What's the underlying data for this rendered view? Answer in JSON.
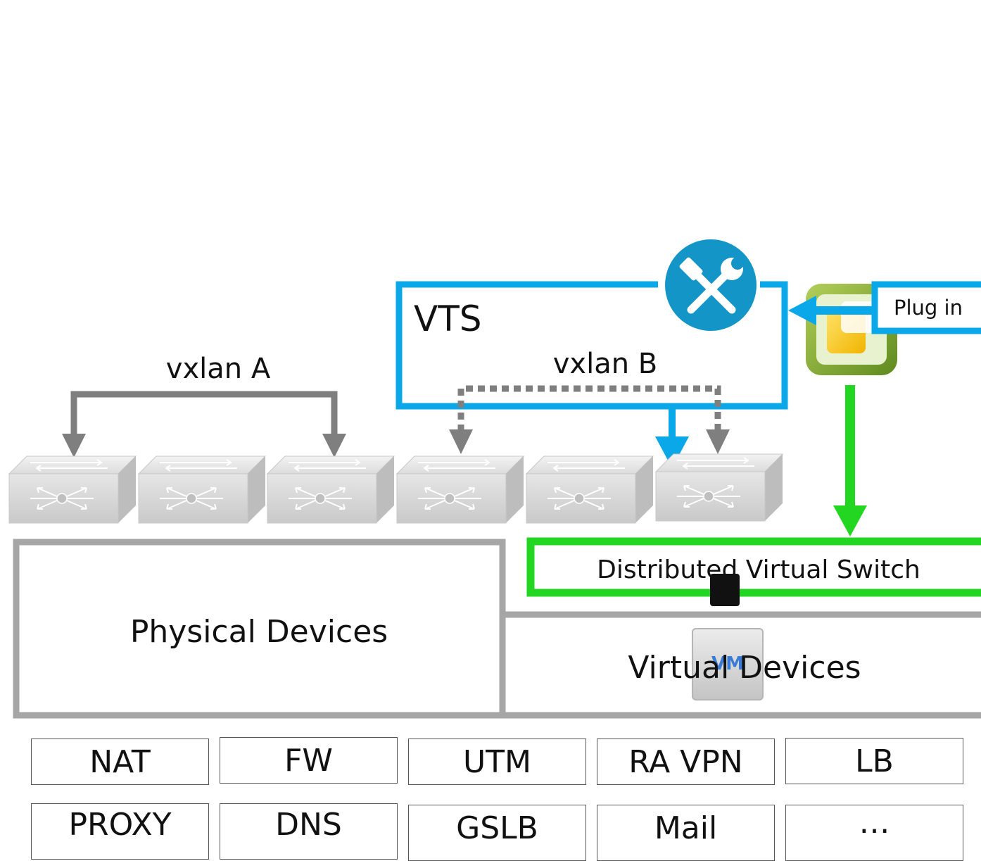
{
  "vts": {
    "label": "VTS",
    "icon": "tools-icon"
  },
  "vxlan_a": {
    "label": "vxlan A"
  },
  "vxlan_b": {
    "label": "vxlan B"
  },
  "plugin": {
    "label": "Plug in",
    "icon": "vcenter-icon"
  },
  "switches": {
    "count": 6,
    "icon": "network-switch-icon"
  },
  "dvs": {
    "label": "Distributed Virtual Switch"
  },
  "physical": {
    "label": "Physical Devices"
  },
  "virtual": {
    "label": "Virtual Devices",
    "icon": "vm-icon",
    "icon_text": "VM"
  },
  "services": {
    "row1": [
      "NAT",
      "FW",
      "UTM",
      "RA VPN",
      "LB"
    ],
    "row2": [
      "PROXY",
      "DNS",
      "GSLB",
      "Mail",
      "…"
    ]
  },
  "colors": {
    "blue": "#0aa8e8",
    "green": "#22d622",
    "gray_box": "#a6a6a6",
    "gray_arrow": "#7f7f7f",
    "icon_blue": "#1395c8"
  }
}
